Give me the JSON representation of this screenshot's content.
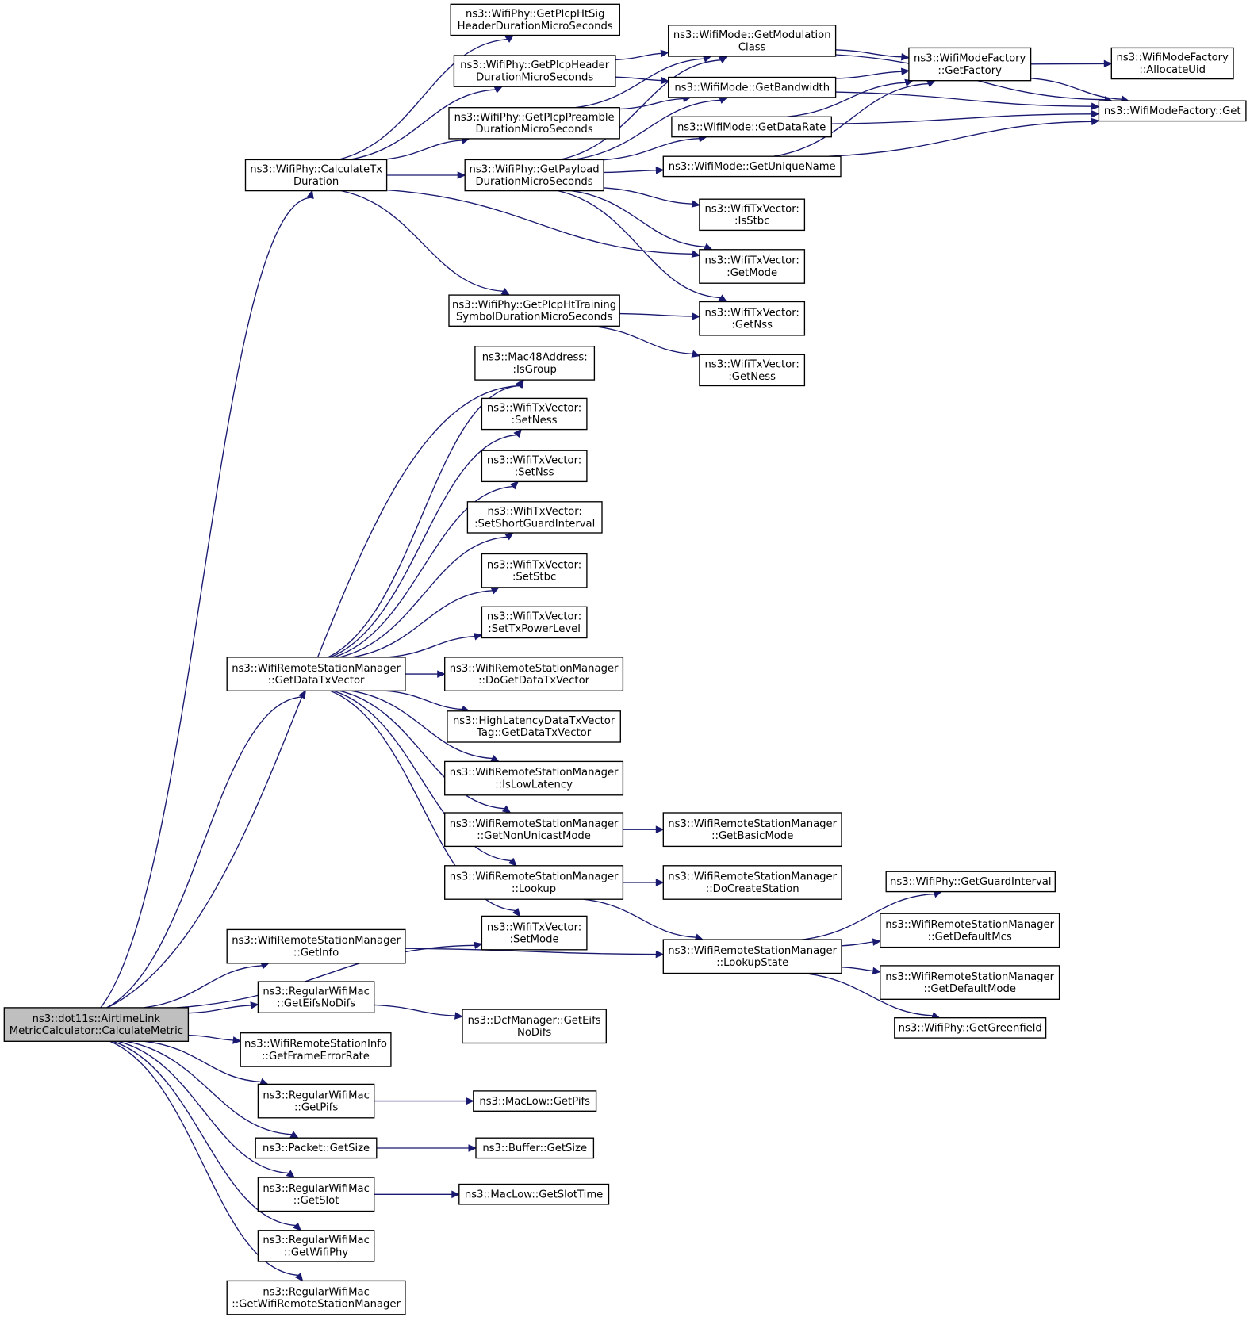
{
  "diagram": {
    "nodes": [
      {
        "id": "n0",
        "lines": [
          "ns3::dot11s::AirtimeLink",
          "MetricCalculator::CalculateMetric"
        ],
        "root": true
      },
      {
        "id": "n1",
        "lines": [
          "ns3::WifiPhy::CalculateTx",
          "Duration"
        ]
      },
      {
        "id": "n2",
        "lines": [
          "ns3::WifiRemoteStationManager",
          "::GetDataTxVector"
        ]
      },
      {
        "id": "n3",
        "lines": [
          "ns3::Mac48Address:",
          ":IsGroup"
        ]
      },
      {
        "id": "n4",
        "lines": [
          "ns3::WifiTxVector:",
          ":SetMode"
        ]
      },
      {
        "id": "n5",
        "lines": [
          "ns3::WifiRemoteStationManager",
          "::GetInfo"
        ]
      },
      {
        "id": "n6",
        "lines": [
          "ns3::RegularWifiMac",
          "::GetEifsNoDifs"
        ]
      },
      {
        "id": "n7",
        "lines": [
          "ns3::WifiRemoteStationInfo",
          "::GetFrameErrorRate"
        ]
      },
      {
        "id": "n8",
        "lines": [
          "ns3::RegularWifiMac",
          "::GetPifs"
        ]
      },
      {
        "id": "n9",
        "lines": [
          "ns3::Packet::GetSize"
        ]
      },
      {
        "id": "n10",
        "lines": [
          "ns3::RegularWifiMac",
          "::GetSlot"
        ]
      },
      {
        "id": "n11",
        "lines": [
          "ns3::RegularWifiMac",
          "::GetWifiPhy"
        ]
      },
      {
        "id": "n12",
        "lines": [
          "ns3::RegularWifiMac",
          "::GetWifiRemoteStationManager"
        ]
      },
      {
        "id": "n13",
        "lines": [
          "ns3::WifiPhy::GetPlcpHtSig",
          "HeaderDurationMicroSeconds"
        ]
      },
      {
        "id": "n14",
        "lines": [
          "ns3::WifiPhy::GetPlcpHeader",
          "DurationMicroSeconds"
        ]
      },
      {
        "id": "n15",
        "lines": [
          "ns3::WifiPhy::GetPlcpPreamble",
          "DurationMicroSeconds"
        ]
      },
      {
        "id": "n16",
        "lines": [
          "ns3::WifiPhy::GetPayload",
          "DurationMicroSeconds"
        ]
      },
      {
        "id": "n17",
        "lines": [
          "ns3::WifiPhy::GetPlcpHtTraining",
          "SymbolDurationMicroSeconds"
        ]
      },
      {
        "id": "n18",
        "lines": [
          "ns3::WifiMode::GetModulation",
          "Class"
        ]
      },
      {
        "id": "n19",
        "lines": [
          "ns3::WifiMode::GetBandwidth"
        ]
      },
      {
        "id": "n20",
        "lines": [
          "ns3::WifiMode::GetDataRate"
        ]
      },
      {
        "id": "n21",
        "lines": [
          "ns3::WifiMode::GetUniqueName"
        ]
      },
      {
        "id": "n22",
        "lines": [
          "ns3::WifiTxVector:",
          ":IsStbc"
        ]
      },
      {
        "id": "n23",
        "lines": [
          "ns3::WifiTxVector:",
          ":GetMode"
        ]
      },
      {
        "id": "n24",
        "lines": [
          "ns3::WifiTxVector:",
          ":GetNss"
        ]
      },
      {
        "id": "n25",
        "lines": [
          "ns3::WifiTxVector:",
          ":GetNess"
        ]
      },
      {
        "id": "n26",
        "lines": [
          "ns3::WifiModeFactory",
          "::GetFactory"
        ]
      },
      {
        "id": "n27",
        "lines": [
          "ns3::WifiModeFactory",
          "::AllocateUid"
        ]
      },
      {
        "id": "n28",
        "lines": [
          "ns3::WifiModeFactory::Get"
        ]
      },
      {
        "id": "n29",
        "lines": [
          "ns3::WifiTxVector:",
          ":SetNess"
        ]
      },
      {
        "id": "n30",
        "lines": [
          "ns3::WifiTxVector:",
          ":SetNss"
        ]
      },
      {
        "id": "n31",
        "lines": [
          "ns3::WifiTxVector:",
          ":SetShortGuardInterval"
        ]
      },
      {
        "id": "n32",
        "lines": [
          "ns3::WifiTxVector:",
          ":SetStbc"
        ]
      },
      {
        "id": "n33",
        "lines": [
          "ns3::WifiTxVector:",
          ":SetTxPowerLevel"
        ]
      },
      {
        "id": "n34",
        "lines": [
          "ns3::WifiRemoteStationManager",
          "::DoGetDataTxVector"
        ]
      },
      {
        "id": "n35",
        "lines": [
          "ns3::HighLatencyDataTxVector",
          "Tag::GetDataTxVector"
        ]
      },
      {
        "id": "n36",
        "lines": [
          "ns3::WifiRemoteStationManager",
          "::IsLowLatency"
        ]
      },
      {
        "id": "n37",
        "lines": [
          "ns3::WifiRemoteStationManager",
          "::GetNonUnicastMode"
        ]
      },
      {
        "id": "n38",
        "lines": [
          "ns3::WifiRemoteStationManager",
          "::Lookup"
        ]
      },
      {
        "id": "n39",
        "lines": [
          "ns3::WifiRemoteStationManager",
          "::GetBasicMode"
        ]
      },
      {
        "id": "n40",
        "lines": [
          "ns3::WifiRemoteStationManager",
          "::DoCreateStation"
        ]
      },
      {
        "id": "n41",
        "lines": [
          "ns3::WifiRemoteStationManager",
          "::LookupState"
        ]
      },
      {
        "id": "n42",
        "lines": [
          "ns3::WifiPhy::GetGuardInterval"
        ]
      },
      {
        "id": "n43",
        "lines": [
          "ns3::WifiRemoteStationManager",
          "::GetDefaultMcs"
        ]
      },
      {
        "id": "n44",
        "lines": [
          "ns3::WifiRemoteStationManager",
          "::GetDefaultMode"
        ]
      },
      {
        "id": "n45",
        "lines": [
          "ns3::WifiPhy::GetGreenfield"
        ]
      },
      {
        "id": "n46",
        "lines": [
          "ns3::DcfManager::GetEifs",
          "NoDifs"
        ]
      },
      {
        "id": "n47",
        "lines": [
          "ns3::MacLow::GetPifs"
        ]
      },
      {
        "id": "n48",
        "lines": [
          "ns3::Buffer::GetSize"
        ]
      },
      {
        "id": "n49",
        "lines": [
          "ns3::MacLow::GetSlotTime"
        ]
      }
    ],
    "edges": [
      [
        "n0",
        "n1"
      ],
      [
        "n0",
        "n2"
      ],
      [
        "n0",
        "n3"
      ],
      [
        "n0",
        "n4"
      ],
      [
        "n0",
        "n5"
      ],
      [
        "n0",
        "n6"
      ],
      [
        "n0",
        "n7"
      ],
      [
        "n0",
        "n8"
      ],
      [
        "n0",
        "n9"
      ],
      [
        "n0",
        "n10"
      ],
      [
        "n0",
        "n11"
      ],
      [
        "n0",
        "n12"
      ],
      [
        "n1",
        "n13"
      ],
      [
        "n1",
        "n14"
      ],
      [
        "n1",
        "n15"
      ],
      [
        "n1",
        "n16"
      ],
      [
        "n1",
        "n17"
      ],
      [
        "n1",
        "n23"
      ],
      [
        "n14",
        "n18"
      ],
      [
        "n14",
        "n19"
      ],
      [
        "n15",
        "n18"
      ],
      [
        "n15",
        "n19"
      ],
      [
        "n16",
        "n18"
      ],
      [
        "n16",
        "n19"
      ],
      [
        "n16",
        "n20"
      ],
      [
        "n16",
        "n21"
      ],
      [
        "n16",
        "n22"
      ],
      [
        "n16",
        "n23"
      ],
      [
        "n16",
        "n24"
      ],
      [
        "n17",
        "n24"
      ],
      [
        "n17",
        "n25"
      ],
      [
        "n18",
        "n26"
      ],
      [
        "n18",
        "n28"
      ],
      [
        "n19",
        "n26"
      ],
      [
        "n19",
        "n28"
      ],
      [
        "n20",
        "n26"
      ],
      [
        "n20",
        "n28"
      ],
      [
        "n21",
        "n26"
      ],
      [
        "n21",
        "n28"
      ],
      [
        "n26",
        "n27"
      ],
      [
        "n26",
        "n28"
      ],
      [
        "n2",
        "n3"
      ],
      [
        "n2",
        "n29"
      ],
      [
        "n2",
        "n30"
      ],
      [
        "n2",
        "n31"
      ],
      [
        "n2",
        "n32"
      ],
      [
        "n2",
        "n33"
      ],
      [
        "n2",
        "n34"
      ],
      [
        "n2",
        "n35"
      ],
      [
        "n2",
        "n36"
      ],
      [
        "n2",
        "n37"
      ],
      [
        "n2",
        "n38"
      ],
      [
        "n2",
        "n4"
      ],
      [
        "n37",
        "n39"
      ],
      [
        "n38",
        "n40"
      ],
      [
        "n38",
        "n41"
      ],
      [
        "n5",
        "n41"
      ],
      [
        "n41",
        "n42"
      ],
      [
        "n41",
        "n43"
      ],
      [
        "n41",
        "n44"
      ],
      [
        "n41",
        "n45"
      ],
      [
        "n6",
        "n46"
      ],
      [
        "n8",
        "n47"
      ],
      [
        "n9",
        "n48"
      ],
      [
        "n10",
        "n49"
      ]
    ]
  }
}
